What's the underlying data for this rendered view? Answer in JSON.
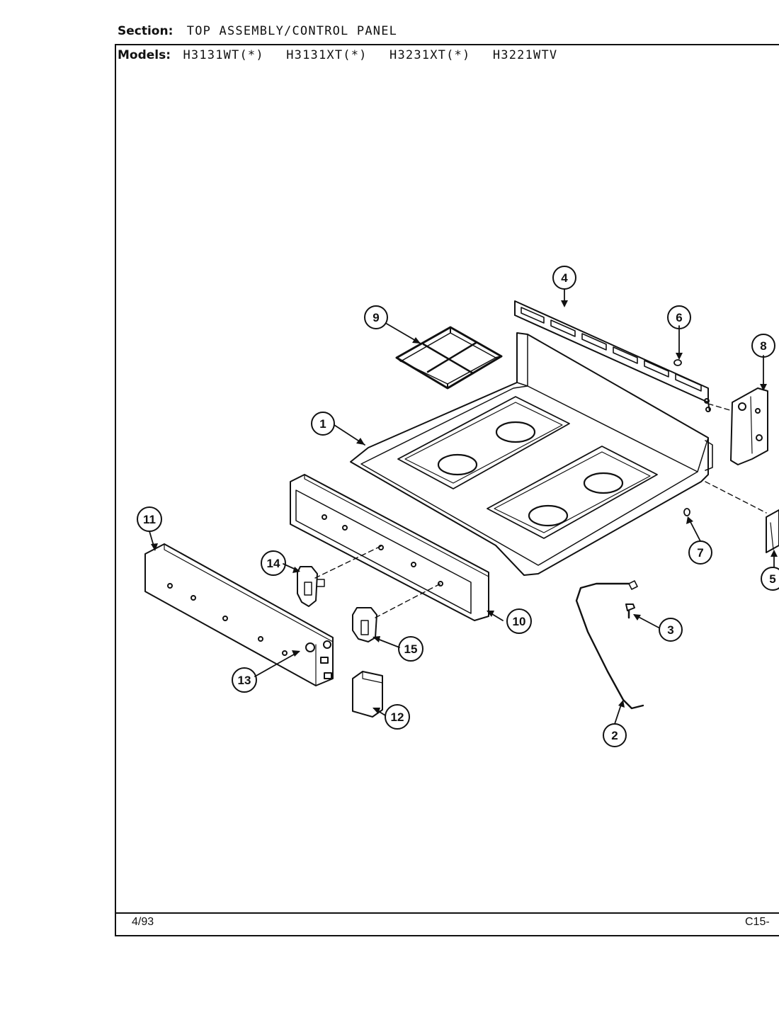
{
  "header": {
    "section_label": "Section:",
    "section_value": "TOP ASSEMBLY/CONTROL PANEL",
    "models_label": "Models:",
    "models": [
      "H3131WT(*)",
      "H3131XT(*)",
      "H3231XT(*)",
      "H3221WTV"
    ]
  },
  "footer": {
    "date": "4/93",
    "page": "C15-"
  },
  "callouts": [
    {
      "id": "1",
      "label": "1"
    },
    {
      "id": "2",
      "label": "2"
    },
    {
      "id": "3",
      "label": "3"
    },
    {
      "id": "4",
      "label": "4"
    },
    {
      "id": "5",
      "label": "5"
    },
    {
      "id": "6",
      "label": "6"
    },
    {
      "id": "7",
      "label": "7"
    },
    {
      "id": "8",
      "label": "8"
    },
    {
      "id": "9",
      "label": "9"
    },
    {
      "id": "10",
      "label": "10"
    },
    {
      "id": "11",
      "label": "11"
    },
    {
      "id": "12",
      "label": "12"
    },
    {
      "id": "13",
      "label": "13"
    },
    {
      "id": "14",
      "label": "14"
    },
    {
      "id": "15",
      "label": "15"
    }
  ]
}
